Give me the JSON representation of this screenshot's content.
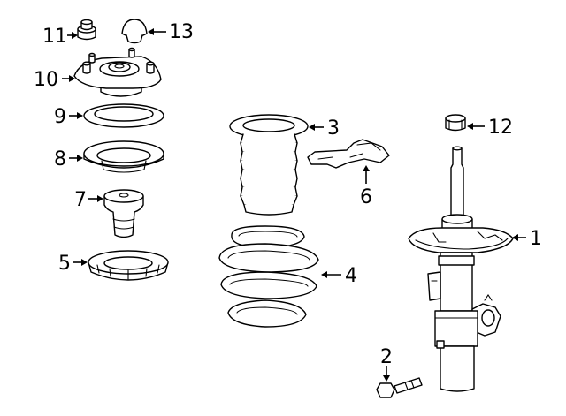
{
  "callouts": [
    {
      "id": "1",
      "text": "1"
    },
    {
      "id": "2",
      "text": "2"
    },
    {
      "id": "3",
      "text": "3"
    },
    {
      "id": "4",
      "text": "4"
    },
    {
      "id": "5",
      "text": "5"
    },
    {
      "id": "6",
      "text": "6"
    },
    {
      "id": "7",
      "text": "7"
    },
    {
      "id": "8",
      "text": "8"
    },
    {
      "id": "9",
      "text": "9"
    },
    {
      "id": "10",
      "text": "10"
    },
    {
      "id": "11",
      "text": "11"
    },
    {
      "id": "12",
      "text": "12"
    },
    {
      "id": "13",
      "text": "13"
    }
  ],
  "colors": {
    "line": "#000000",
    "background": "#ffffff"
  }
}
